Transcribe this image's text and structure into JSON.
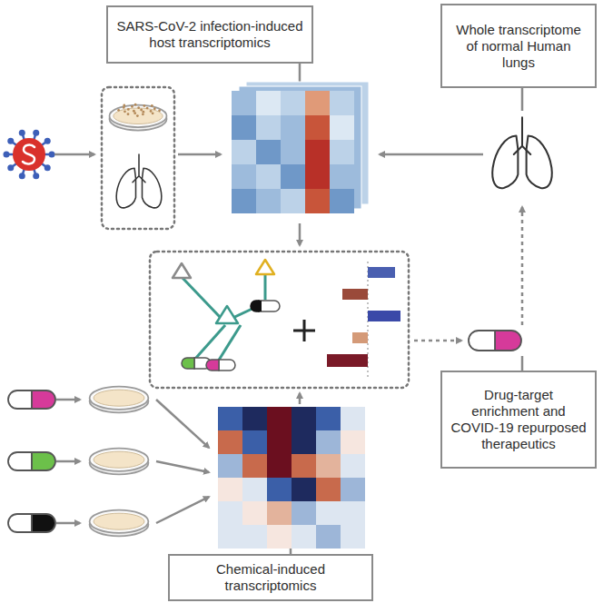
{
  "diagram": {
    "nodes": [
      {
        "text": [
          "SARS-CoV-2 infection-induced host transcriptomics"
        ]
      },
      {
        "text": [
          "Whole transcriptome of normal Human lungs"
        ]
      },
      {
        "text": [
          "Drug-target enrichment and COVID-19 repurposed therapeutics"
        ]
      },
      {
        "text": [
          "Chemical-induced transcriptomics"
        ]
      }
    ]
  }
}
